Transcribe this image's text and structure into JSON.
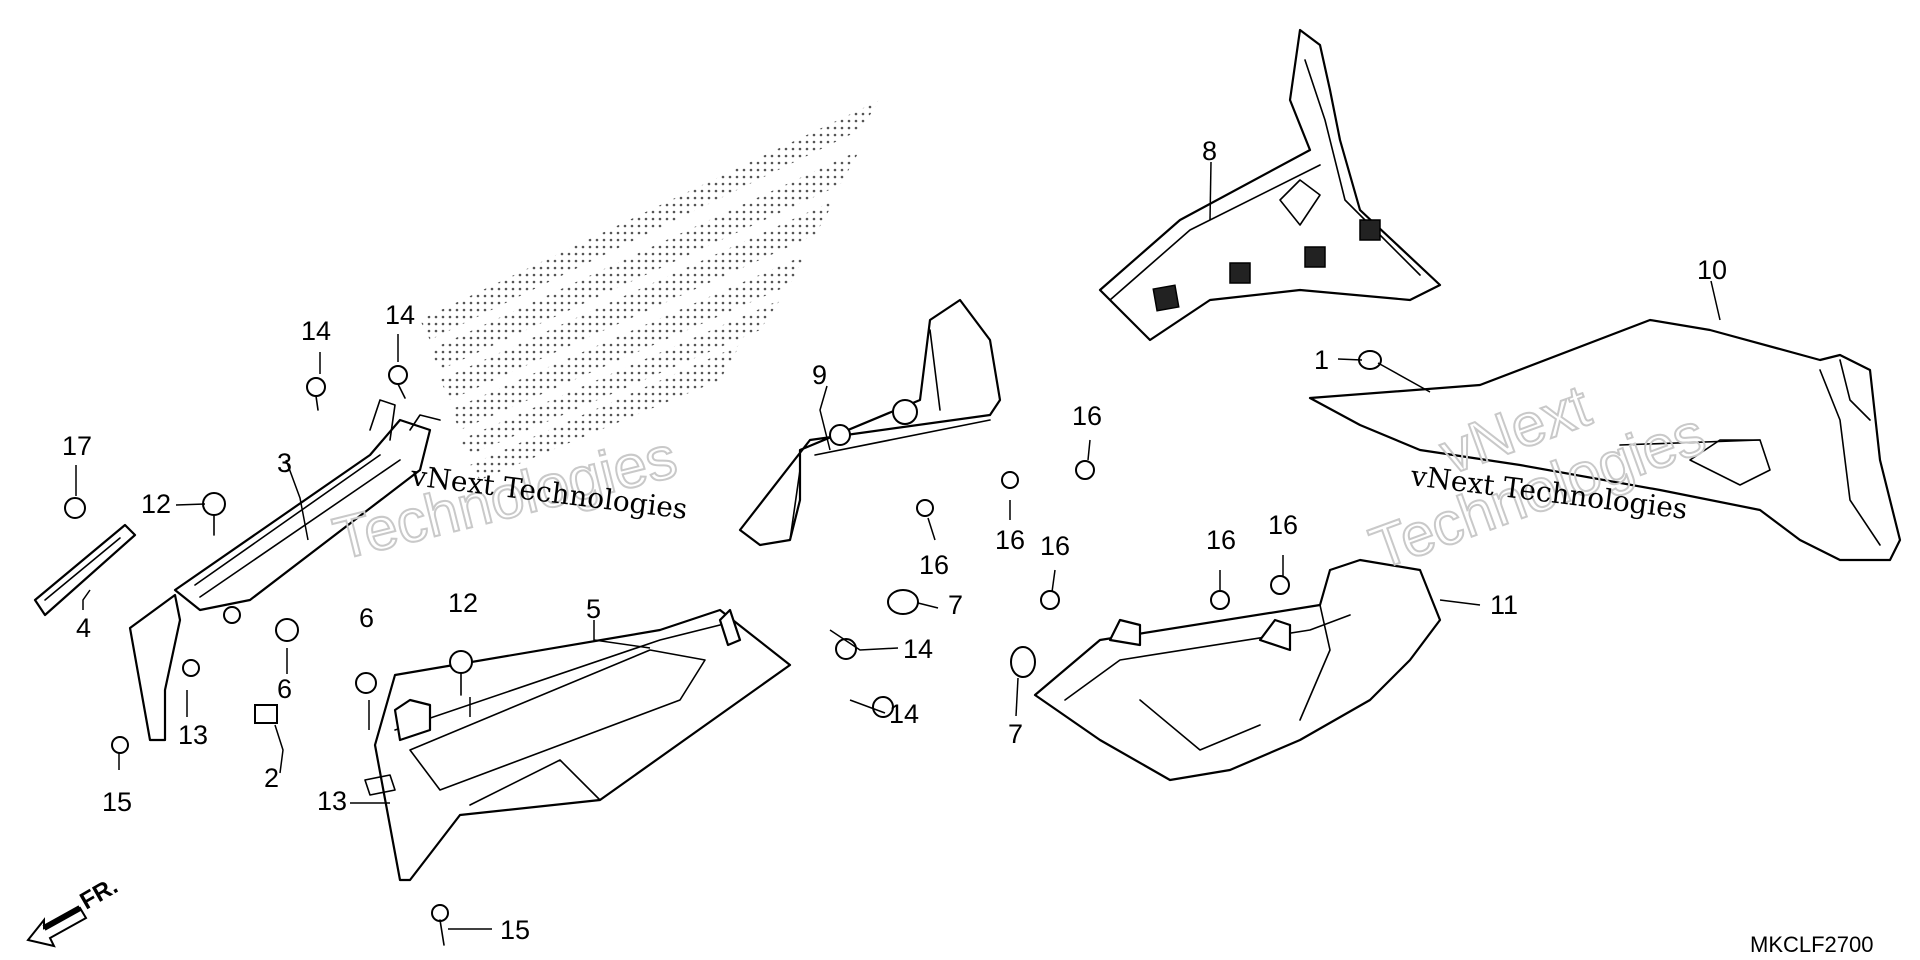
{
  "diagram_code": "MKCLF2700",
  "direction_marker": "FR.",
  "watermarks": [
    "vNext Technologies",
    "vNext",
    "Technologies"
  ],
  "callouts": [
    {
      "id": "c1",
      "label": "1"
    },
    {
      "id": "c2",
      "label": "2"
    },
    {
      "id": "c3",
      "label": "3"
    },
    {
      "id": "c4",
      "label": "4"
    },
    {
      "id": "c5",
      "label": "5"
    },
    {
      "id": "c6a",
      "label": "6"
    },
    {
      "id": "c6b",
      "label": "6"
    },
    {
      "id": "c7a",
      "label": "7"
    },
    {
      "id": "c7b",
      "label": "7"
    },
    {
      "id": "c8",
      "label": "8"
    },
    {
      "id": "c9",
      "label": "9"
    },
    {
      "id": "c10",
      "label": "10"
    },
    {
      "id": "c11",
      "label": "11"
    },
    {
      "id": "c12a",
      "label": "12"
    },
    {
      "id": "c12b",
      "label": "12"
    },
    {
      "id": "c13a",
      "label": "13"
    },
    {
      "id": "c13b",
      "label": "13"
    },
    {
      "id": "c14a",
      "label": "14"
    },
    {
      "id": "c14b",
      "label": "14"
    },
    {
      "id": "c14c",
      "label": "14"
    },
    {
      "id": "c14d",
      "label": "14"
    },
    {
      "id": "c15a",
      "label": "15"
    },
    {
      "id": "c15b",
      "label": "15"
    },
    {
      "id": "c16a",
      "label": "16"
    },
    {
      "id": "c16b",
      "label": "16"
    },
    {
      "id": "c16c",
      "label": "16"
    },
    {
      "id": "c16d",
      "label": "16"
    },
    {
      "id": "c16e",
      "label": "16"
    },
    {
      "id": "c16f",
      "label": "16"
    },
    {
      "id": "c17",
      "label": "17"
    }
  ]
}
